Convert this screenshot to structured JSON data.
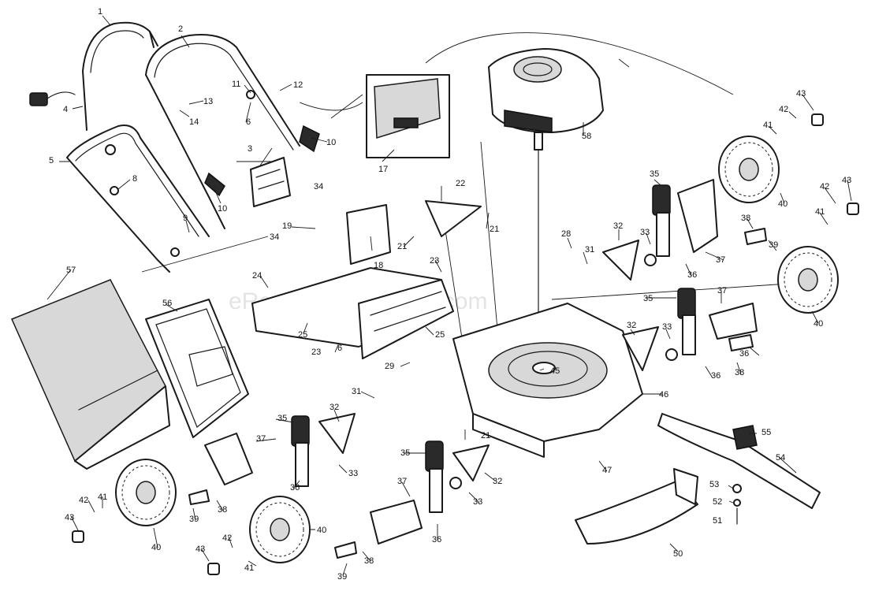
{
  "diagram": {
    "watermark": "eReplacementParts.com",
    "callouts": [
      "1",
      "2",
      "3",
      "4",
      "5",
      "6",
      "6",
      "8",
      "9",
      "10",
      "10",
      "11",
      "12",
      "13",
      "14",
      "17",
      "18",
      "19",
      "21",
      "21",
      "21",
      "22",
      "23",
      "23",
      "24",
      "25",
      "25",
      "28",
      "29",
      "31",
      "31",
      "32",
      "32",
      "32",
      "32",
      "33",
      "33",
      "33",
      "33",
      "34",
      "34",
      "35",
      "35",
      "35",
      "35",
      "36",
      "36",
      "36",
      "36",
      "36",
      "37",
      "37",
      "37",
      "37",
      "38",
      "38",
      "38",
      "38",
      "39",
      "39",
      "39",
      "40",
      "40",
      "40",
      "40",
      "41",
      "41",
      "41",
      "41",
      "42",
      "42",
      "42",
      "42",
      "43",
      "43",
      "43",
      "43",
      "45",
      "46",
      "47",
      "50",
      "51",
      "52",
      "53",
      "54",
      "55",
      "56",
      "57",
      "58"
    ]
  }
}
